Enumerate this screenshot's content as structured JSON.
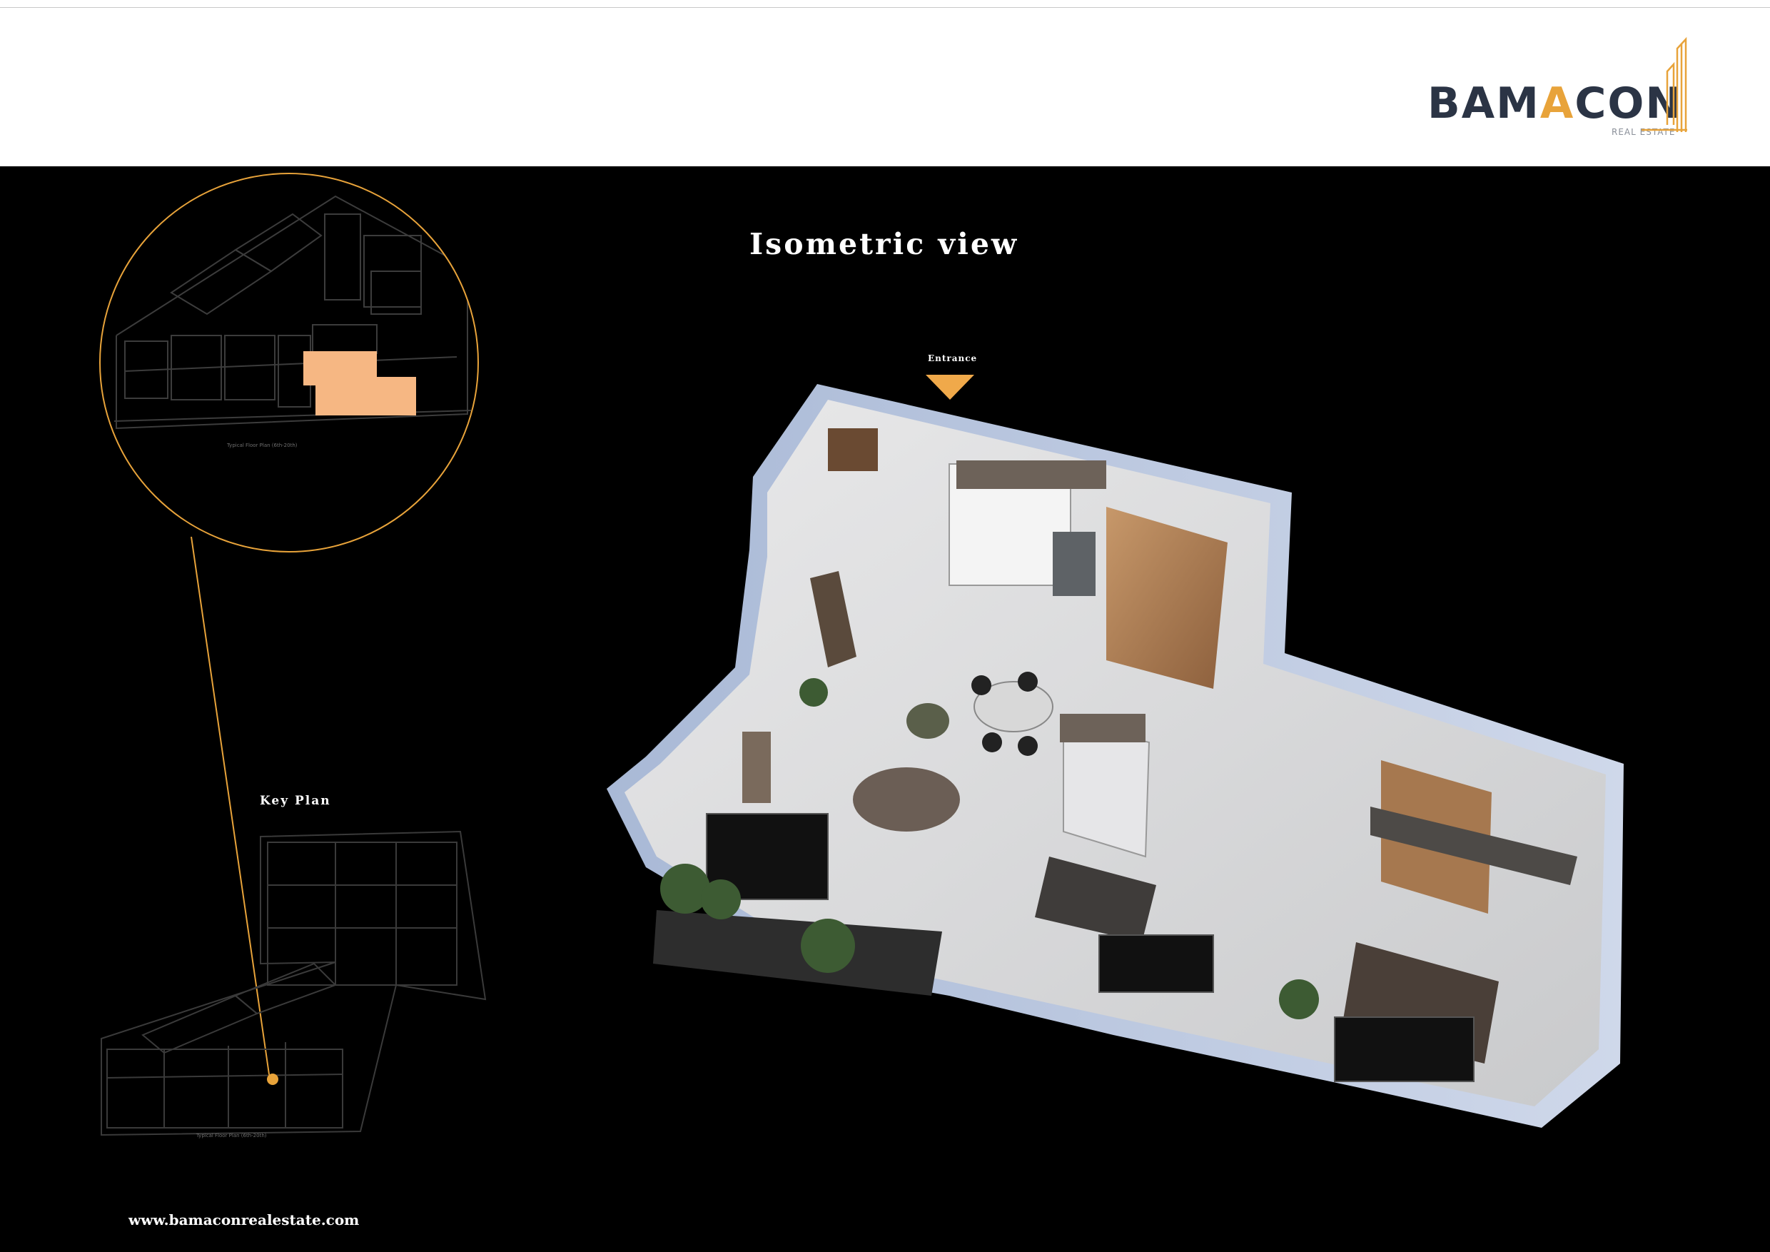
{
  "brand": {
    "name_prefix": "BAM",
    "name_accent": "A",
    "name_suffix": "CON",
    "tagline": "REAL ESTATE",
    "brand_dark": "#2b3445",
    "brand_accent": "#e8a33a"
  },
  "page": {
    "title": "Isometric view",
    "entrance_label": "Entrance",
    "key_plan_label": "Key Plan",
    "website": "www.bamaconrealestate.com",
    "background": "#000000",
    "highlight_color": "#f6b783",
    "callout_color": "#e8a33a"
  },
  "plans": {
    "zoom_caption": "Typical Floor Plan (6th-20th)",
    "key_caption": "Typical Floor Plan (6th-20th)"
  },
  "icons": {
    "entrance_marker": "triangle-down-icon",
    "logo_mark": "tower-lines-icon",
    "unit_location": "dot-marker-icon"
  }
}
